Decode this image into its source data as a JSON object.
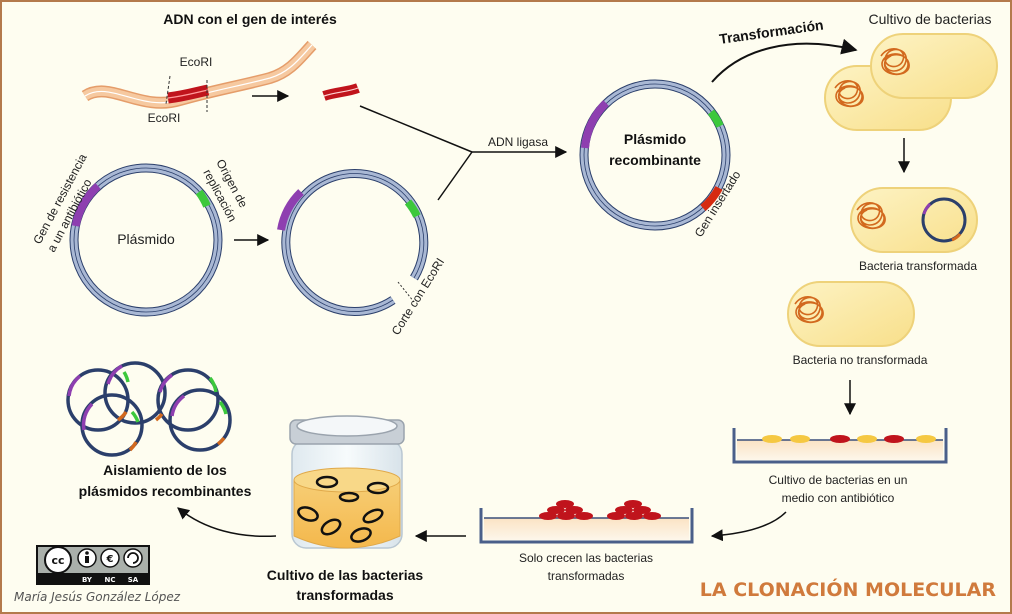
{
  "title": "LA CLONACIÓN MOLECULAR",
  "author": "María Jesús González López",
  "license": {
    "name": "cc-by-nc-sa",
    "badges": [
      "BY",
      "NC",
      "SA"
    ],
    "cc_label": "cc"
  },
  "dna": {
    "heading": "ADN con el gen de interés",
    "enzyme_top": "EcoRI",
    "enzyme_bottom": "EcoRI"
  },
  "plasmid": {
    "label": "Plásmido",
    "resistance_line1": "Gen de resistencia",
    "resistance_line2": "a un antibiótico",
    "origin_line1": "Origen de",
    "origin_line2": "replicación"
  },
  "cut": {
    "label": "Corte con EcoRI"
  },
  "ligase": {
    "label": "ADN ligasa"
  },
  "recombinant": {
    "line1": "Plásmido",
    "line2": "recombinante",
    "insert_label": "Gen insertado"
  },
  "transformation": {
    "label": "Transformación"
  },
  "culture": {
    "label": "Cultivo de bacterias"
  },
  "transformed": {
    "label": "Bacteria transformada"
  },
  "not_transformed": {
    "label": "Bacteria no transformada"
  },
  "antibiotic_plate": {
    "line1": "Cultivo de bacterias en un",
    "line2": "medio con antibiótico"
  },
  "selected_plate": {
    "line1": "Solo crecen las bacterias",
    "line2": "transformadas"
  },
  "flask": {
    "line1": "Cultivo de las bacterias",
    "line2": "transformadas"
  },
  "isolation": {
    "line1": "Aislamiento de los",
    "line2": "plásmidos recombinantes"
  },
  "colors": {
    "frame": "#b47a4c",
    "background": "#fefdf0",
    "dna_strand": "#f6c9a0",
    "gene": "#c0141c",
    "resistance_gene": "#8e3fb0",
    "origin": "#3cc83c",
    "plasmid_ring": "#a9b8d4",
    "plasmid_outline": "#2b3f6b",
    "bacteria_fill": "#fbe9a6",
    "chromosome": "#d2691e",
    "title": "#d07a3c"
  }
}
